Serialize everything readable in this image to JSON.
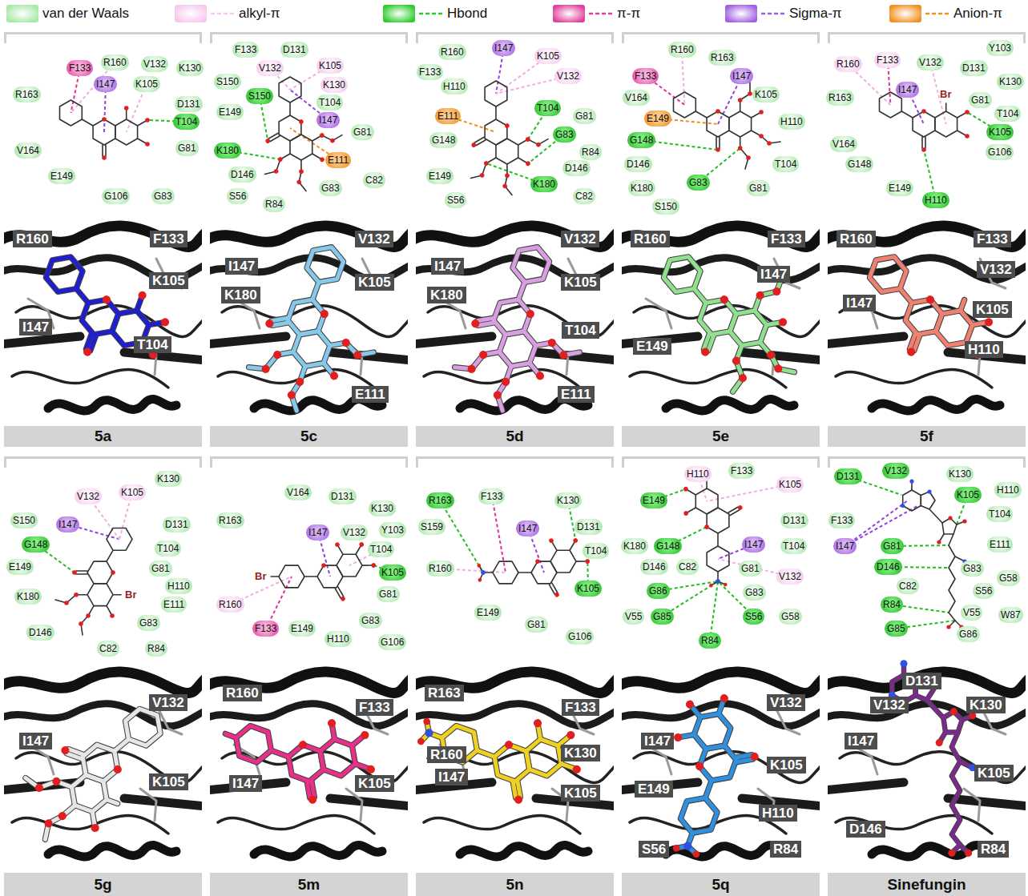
{
  "diagram": {
    "nodes": [
      {
        "text": [
          "5a"
        ]
      },
      {
        "text": [
          "F133"
        ],
        "in": 0
      },
      {
        "text": [
          "R160"
        ],
        "in": 0
      },
      {
        "text": [
          "V132"
        ],
        "in": 0
      },
      {
        "text": [
          "K130"
        ],
        "in": 0
      },
      {
        "text": [
          "R163"
        ],
        "in": 0
      },
      {
        "text": [
          "I147"
        ],
        "in": 0
      },
      {
        "text": [
          "K105"
        ],
        "in": 0
      },
      {
        "text": [
          "D131"
        ],
        "in": 0
      },
      {
        "text": [
          "T104"
        ],
        "in": 0
      },
      {
        "text": [
          "V164"
        ],
        "in": 0
      },
      {
        "text": [
          "G81"
        ],
        "in": 0
      },
      {
        "text": [
          "E149"
        ],
        "in": 0
      },
      {
        "text": [
          "G106"
        ],
        "in": 0
      },
      {
        "text": [
          "G83"
        ],
        "in": 0
      },
      {
        "text": [
          "R160"
        ],
        "in": 0
      },
      {
        "text": [
          "F133"
        ],
        "in": 0
      },
      {
        "text": [
          "K105"
        ],
        "in": 0
      },
      {
        "text": [
          "I147"
        ],
        "in": 0
      },
      {
        "text": [
          "T104"
        ],
        "in": 0
      },
      {
        "text": [
          "5c"
        ]
      },
      {
        "text": [
          "F133"
        ],
        "in": 20
      },
      {
        "text": [
          "D131"
        ],
        "in": 20
      },
      {
        "text": [
          "V132"
        ],
        "in": 20
      },
      {
        "text": [
          "K105"
        ],
        "in": 20
      },
      {
        "text": [
          "S150"
        ],
        "in": 20
      },
      {
        "text": [
          "K130"
        ],
        "in": 20
      },
      {
        "text": [
          "S150"
        ],
        "in": 20
      },
      {
        "text": [
          "T104"
        ],
        "in": 20
      },
      {
        "text": [
          "E149"
        ],
        "in": 20
      },
      {
        "text": [
          "I147"
        ],
        "in": 20
      },
      {
        "text": [
          "G81"
        ],
        "in": 20
      },
      {
        "text": [
          "K180"
        ],
        "in": 20
      },
      {
        "text": [
          "E111"
        ],
        "in": 20
      },
      {
        "text": [
          "D146"
        ],
        "in": 20
      },
      {
        "text": [
          "G83"
        ],
        "in": 20
      },
      {
        "text": [
          "C82"
        ],
        "in": 20
      },
      {
        "text": [
          "S56"
        ],
        "in": 20
      },
      {
        "text": [
          "R84"
        ],
        "in": 20
      },
      {
        "text": [
          "V132"
        ],
        "in": 20
      },
      {
        "text": [
          "I147"
        ],
        "in": 20
      },
      {
        "text": [
          "K105"
        ],
        "in": 20
      },
      {
        "text": [
          "K180"
        ],
        "in": 20
      },
      {
        "text": [
          "E111"
        ],
        "in": 20
      },
      {
        "text": [
          "5d"
        ]
      },
      {
        "text": [
          "R160"
        ],
        "in": 44
      },
      {
        "text": [
          "I147"
        ],
        "in": 44
      },
      {
        "text": [
          "K105"
        ],
        "in": 44
      },
      {
        "text": [
          "F133"
        ],
        "in": 44
      },
      {
        "text": [
          "H110"
        ],
        "in": 44
      },
      {
        "text": [
          "V132"
        ],
        "in": 44
      },
      {
        "text": [
          "T104"
        ],
        "in": 44
      },
      {
        "text": [
          "E111"
        ],
        "in": 44
      },
      {
        "text": [
          "G81"
        ],
        "in": 44
      },
      {
        "text": [
          "G83"
        ],
        "in": 44
      },
      {
        "text": [
          "G148"
        ],
        "in": 44
      },
      {
        "text": [
          "R84"
        ],
        "in": 44
      },
      {
        "text": [
          "D146"
        ],
        "in": 44
      },
      {
        "text": [
          "E149"
        ],
        "in": 44
      },
      {
        "text": [
          "K180"
        ],
        "in": 44
      },
      {
        "text": [
          "C82"
        ],
        "in": 44
      },
      {
        "text": [
          "S56"
        ],
        "in": 44
      },
      {
        "text": [
          "V132"
        ],
        "in": 44
      },
      {
        "text": [
          "I147"
        ],
        "in": 44
      },
      {
        "text": [
          "K105"
        ],
        "in": 44
      },
      {
        "text": [
          "K180"
        ],
        "in": 44
      },
      {
        "text": [
          "T104"
        ],
        "in": 44
      },
      {
        "text": [
          "E111"
        ],
        "in": 44
      },
      {
        "text": [
          "5e"
        ]
      },
      {
        "text": [
          "R160"
        ],
        "in": 68
      },
      {
        "text": [
          "R163"
        ],
        "in": 68
      },
      {
        "text": [
          "F133"
        ],
        "in": 68
      },
      {
        "text": [
          "I147"
        ],
        "in": 68
      },
      {
        "text": [
          "V164"
        ],
        "in": 68
      },
      {
        "text": [
          "K105"
        ],
        "in": 68
      },
      {
        "text": [
          "E149"
        ],
        "in": 68
      },
      {
        "text": [
          "H110"
        ],
        "in": 68
      },
      {
        "text": [
          "G148"
        ],
        "in": 68
      },
      {
        "text": [
          "T104"
        ],
        "in": 68
      },
      {
        "text": [
          "D146"
        ],
        "in": 68
      },
      {
        "text": [
          "G83"
        ],
        "in": 68
      },
      {
        "text": [
          "G81"
        ],
        "in": 68
      },
      {
        "text": [
          "K180"
        ],
        "in": 68
      },
      {
        "text": [
          "S150"
        ],
        "in": 68
      },
      {
        "text": [
          "R160"
        ],
        "in": 68
      },
      {
        "text": [
          "F133"
        ],
        "in": 68
      },
      {
        "text": [
          "I147"
        ],
        "in": 68
      },
      {
        "text": [
          "E149"
        ],
        "in": 68
      },
      {
        "text": [
          "5f"
        ]
      },
      {
        "text": [
          "Y103"
        ],
        "in": 88
      },
      {
        "text": [
          "R160"
        ],
        "in": 88
      },
      {
        "text": [
          "F133"
        ],
        "in": 88
      },
      {
        "text": [
          "V132"
        ],
        "in": 88
      },
      {
        "text": [
          "D131"
        ],
        "in": 88
      },
      {
        "text": [
          "K130"
        ],
        "in": 88
      },
      {
        "text": [
          "R163"
        ],
        "in": 88
      },
      {
        "text": [
          "I147"
        ],
        "in": 88
      },
      {
        "text": [
          "G81"
        ],
        "in": 88
      },
      {
        "text": [
          "T104"
        ],
        "in": 88
      },
      {
        "text": [
          "K105"
        ],
        "in": 88
      },
      {
        "text": [
          "V164"
        ],
        "in": 88
      },
      {
        "text": [
          "G106"
        ],
        "in": 88
      },
      {
        "text": [
          "G148"
        ],
        "in": 88
      },
      {
        "text": [
          "E149"
        ],
        "in": 88
      },
      {
        "text": [
          "H110"
        ],
        "in": 88
      },
      {
        "text": [
          "R160"
        ],
        "in": 88
      },
      {
        "text": [
          "F133"
        ],
        "in": 88
      },
      {
        "text": [
          "V132"
        ],
        "in": 88
      },
      {
        "text": [
          "I147"
        ],
        "in": 88
      },
      {
        "text": [
          "K105"
        ],
        "in": 88
      },
      {
        "text": [
          "H110"
        ],
        "in": 88
      },
      {
        "text": [
          "5g"
        ]
      },
      {
        "text": [
          "V132"
        ],
        "in": 111
      },
      {
        "text": [
          "K105"
        ],
        "in": 111
      },
      {
        "text": [
          "K130"
        ],
        "in": 111
      },
      {
        "text": [
          "S150"
        ],
        "in": 111
      },
      {
        "text": [
          "I147"
        ],
        "in": 111
      },
      {
        "text": [
          "D131"
        ],
        "in": 111
      },
      {
        "text": [
          "G148"
        ],
        "in": 111
      },
      {
        "text": [
          "T104"
        ],
        "in": 111
      },
      {
        "text": [
          "E149"
        ],
        "in": 111
      },
      {
        "text": [
          "G81"
        ],
        "in": 111
      },
      {
        "text": [
          "H110"
        ],
        "in": 111
      },
      {
        "text": [
          "K180"
        ],
        "in": 111
      },
      {
        "text": [
          "E111"
        ],
        "in": 111
      },
      {
        "text": [
          "G83"
        ],
        "in": 111
      },
      {
        "text": [
          "D146"
        ],
        "in": 111
      },
      {
        "text": [
          "C82"
        ],
        "in": 111
      },
      {
        "text": [
          "R84"
        ],
        "in": 111
      },
      {
        "text": [
          "V132"
        ],
        "in": 111
      },
      {
        "text": [
          "I147"
        ],
        "in": 111
      },
      {
        "text": [
          "K105"
        ],
        "in": 111
      },
      {
        "text": [
          "5m"
        ]
      },
      {
        "text": [
          "V164"
        ],
        "in": 132
      },
      {
        "text": [
          "D131"
        ],
        "in": 132
      },
      {
        "text": [
          "K130"
        ],
        "in": 132
      },
      {
        "text": [
          "R163"
        ],
        "in": 132
      },
      {
        "text": [
          "I147"
        ],
        "in": 132
      },
      {
        "text": [
          "V132"
        ],
        "in": 132
      },
      {
        "text": [
          "Y103"
        ],
        "in": 132
      },
      {
        "text": [
          "T104"
        ],
        "in": 132
      },
      {
        "text": [
          "K105"
        ],
        "in": 132
      },
      {
        "text": [
          "R160"
        ],
        "in": 132
      },
      {
        "text": [
          "G81"
        ],
        "in": 132
      },
      {
        "text": [
          "F133"
        ],
        "in": 132
      },
      {
        "text": [
          "E149"
        ],
        "in": 132
      },
      {
        "text": [
          "H110"
        ],
        "in": 132
      },
      {
        "text": [
          "G83"
        ],
        "in": 132
      },
      {
        "text": [
          "G106"
        ],
        "in": 132
      },
      {
        "text": [
          "R160"
        ],
        "in": 132
      },
      {
        "text": [
          "F133"
        ],
        "in": 132
      },
      {
        "text": [
          "I147"
        ],
        "in": 132
      },
      {
        "text": [
          "K105"
        ],
        "in": 132
      },
      {
        "text": [
          "5n"
        ]
      },
      {
        "text": [
          "R163"
        ],
        "in": 153
      },
      {
        "text": [
          "F133"
        ],
        "in": 153
      },
      {
        "text": [
          "K130"
        ],
        "in": 153
      },
      {
        "text": [
          "S159"
        ],
        "in": 153
      },
      {
        "text": [
          "I147"
        ],
        "in": 153
      },
      {
        "text": [
          "D131"
        ],
        "in": 153
      },
      {
        "text": [
          "T104"
        ],
        "in": 153
      },
      {
        "text": [
          "R160"
        ],
        "in": 153
      },
      {
        "text": [
          "K105"
        ],
        "in": 153
      },
      {
        "text": [
          "E149"
        ],
        "in": 153
      },
      {
        "text": [
          "G81"
        ],
        "in": 153
      },
      {
        "text": [
          "G106"
        ],
        "in": 153
      },
      {
        "text": [
          "R163"
        ],
        "in": 153
      },
      {
        "text": [
          "F133"
        ],
        "in": 153
      },
      {
        "text": [
          "R160"
        ],
        "in": 153
      },
      {
        "text": [
          "K130"
        ],
        "in": 153
      },
      {
        "text": [
          "I147"
        ],
        "in": 153
      },
      {
        "text": [
          "K105"
        ],
        "in": 153
      },
      {
        "text": [
          "5q"
        ]
      },
      {
        "text": [
          "H110"
        ],
        "in": 172
      },
      {
        "text": [
          "F133"
        ],
        "in": 172
      },
      {
        "text": [
          "K105"
        ],
        "in": 172
      },
      {
        "text": [
          "E149"
        ],
        "in": 172
      },
      {
        "text": [
          "D131"
        ],
        "in": 172
      },
      {
        "text": [
          "K180"
        ],
        "in": 172
      },
      {
        "text": [
          "G148"
        ],
        "in": 172
      },
      {
        "text": [
          "I147"
        ],
        "in": 172
      },
      {
        "text": [
          "T104"
        ],
        "in": 172
      },
      {
        "text": [
          "D146"
        ],
        "in": 172
      },
      {
        "text": [
          "C82"
        ],
        "in": 172
      },
      {
        "text": [
          "G81"
        ],
        "in": 172
      },
      {
        "text": [
          "V132"
        ],
        "in": 172
      },
      {
        "text": [
          "G86"
        ],
        "in": 172
      },
      {
        "text": [
          "G83"
        ],
        "in": 172
      },
      {
        "text": [
          "V55"
        ],
        "in": 172
      },
      {
        "text": [
          "G85"
        ],
        "in": 172
      },
      {
        "text": [
          "S56"
        ],
        "in": 172
      },
      {
        "text": [
          "G58"
        ],
        "in": 172
      },
      {
        "text": [
          "R84"
        ],
        "in": 172
      },
      {
        "text": [
          "V132"
        ],
        "in": 172
      },
      {
        "text": [
          "I147"
        ],
        "in": 172
      },
      {
        "text": [
          "K105"
        ],
        "in": 172
      },
      {
        "text": [
          "E149"
        ],
        "in": 172
      },
      {
        "text": [
          "H110"
        ],
        "in": 172
      },
      {
        "text": [
          "S56"
        ],
        "in": 172
      },
      {
        "text": [
          "R84"
        ],
        "in": 172
      },
      {
        "text": [
          "Sinefungin"
        ]
      },
      {
        "text": [
          "D131"
        ],
        "in": 200
      },
      {
        "text": [
          "V132"
        ],
        "in": 200
      },
      {
        "text": [
          "K130"
        ],
        "in": 200
      },
      {
        "text": [
          "H110"
        ],
        "in": 200
      },
      {
        "text": [
          "K105"
        ],
        "in": 200
      },
      {
        "text": [
          "F133"
        ],
        "in": 200
      },
      {
        "text": [
          "T104"
        ],
        "in": 200
      },
      {
        "text": [
          "I147"
        ],
        "in": 200
      },
      {
        "text": [
          "E111"
        ],
        "in": 200
      },
      {
        "text": [
          "G81"
        ],
        "in": 200
      },
      {
        "text": [
          "D146"
        ],
        "in": 200
      },
      {
        "text": [
          "G83"
        ],
        "in": 200
      },
      {
        "text": [
          "G58"
        ],
        "in": 200
      },
      {
        "text": [
          "C82"
        ],
        "in": 200
      },
      {
        "text": [
          "S56"
        ],
        "in": 200
      },
      {
        "text": [
          "R84"
        ],
        "in": 200
      },
      {
        "text": [
          "V55"
        ],
        "in": 200
      },
      {
        "text": [
          "W87"
        ],
        "in": 200
      },
      {
        "text": [
          "G85"
        ],
        "in": 200
      },
      {
        "text": [
          "G86"
        ],
        "in": 200
      },
      {
        "text": [
          "D131"
        ],
        "in": 200
      },
      {
        "text": [
          "V132"
        ],
        "in": 200
      },
      {
        "text": [
          "K130"
        ],
        "in": 200
      },
      {
        "text": [
          "I147"
        ],
        "in": 200
      },
      {
        "text": [
          "K105"
        ],
        "in": 200
      },
      {
        "text": [
          "D146"
        ],
        "in": 200
      },
      {
        "text": [
          "R84"
        ],
        "in": 200
      }
    ],
    "labels": [
      "Br",
      "Br",
      "Br"
    ],
    "legend": [
      {
        "text": "van der Waals",
        "color": "#a8e8a8"
      },
      {
        "text": "alkyl-π",
        "color": "#f6c8ee"
      },
      {
        "text": "Hbond",
        "color": "#2ecc2e"
      },
      {
        "text": "π-π",
        "color": "#e0409a"
      },
      {
        "text": "Sigma-π",
        "color": "#a060e0"
      },
      {
        "text": "Anion-π",
        "color": "#f09020"
      }
    ]
  }
}
